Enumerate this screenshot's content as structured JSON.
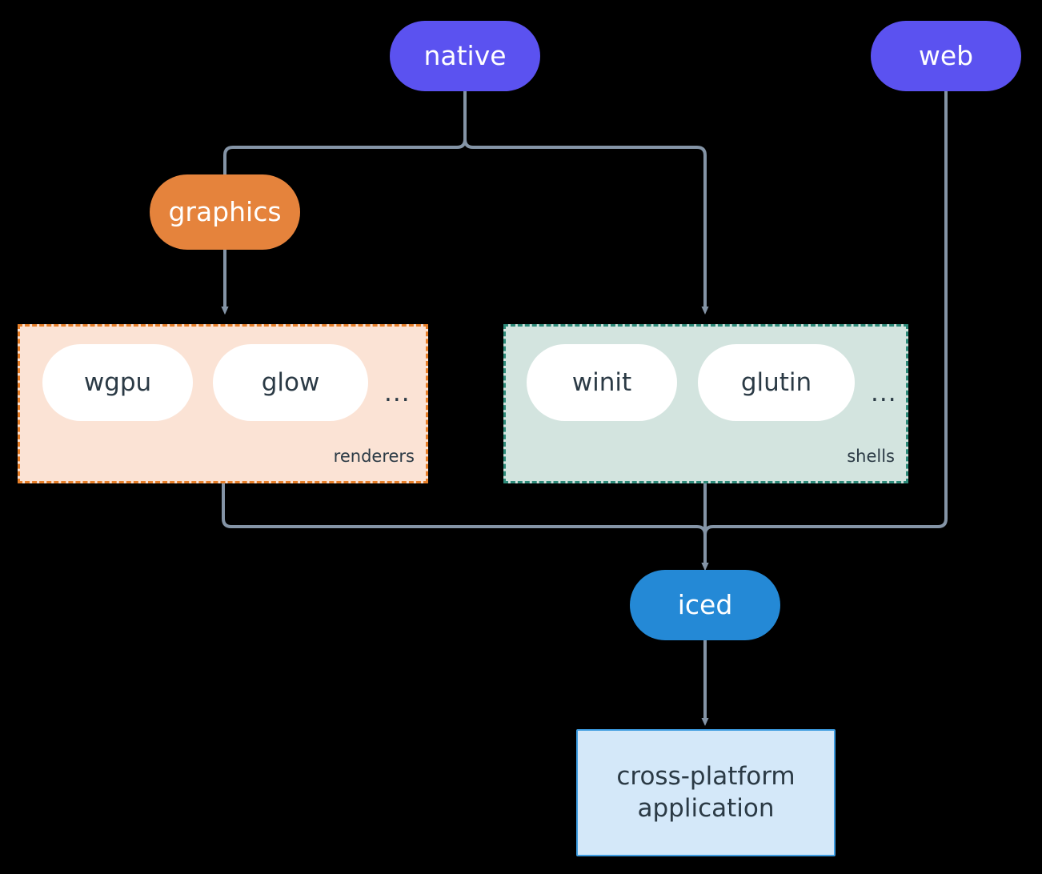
{
  "diagram": {
    "type": "architecture-flow",
    "background_color": "#000000",
    "edge_color": "#8494A6",
    "nodes": [
      {
        "id": "native",
        "label": "native",
        "shape": "pill",
        "fill": "#5B52F0",
        "text_color": "#FFFFFF"
      },
      {
        "id": "web",
        "label": "web",
        "shape": "pill",
        "fill": "#5B52F0",
        "text_color": "#FFFFFF"
      },
      {
        "id": "graphics",
        "label": "graphics",
        "shape": "pill",
        "fill": "#E5833C",
        "text_color": "#FFFFFF"
      },
      {
        "id": "iced",
        "label": "iced",
        "shape": "pill",
        "fill": "#2489D6",
        "text_color": "#FFFFFF"
      },
      {
        "id": "app",
        "label": "cross-platform application",
        "shape": "rectangle",
        "fill": "#D4E8F9",
        "border": "#3C9BE0",
        "text_color": "#2B3A45"
      }
    ],
    "groups": [
      {
        "id": "renderers",
        "label": "renderers",
        "fill": "#FBE3D5",
        "border_color": "#E8802A",
        "border_style": "dashed",
        "items": [
          "wgpu",
          "glow"
        ],
        "overflow": "..."
      },
      {
        "id": "shells",
        "label": "shells",
        "fill": "#D3E4DF",
        "border_color": "#2E8B7A",
        "border_style": "dashed",
        "items": [
          "winit",
          "glutin"
        ],
        "overflow": "..."
      }
    ],
    "edges": [
      {
        "from": "native",
        "to": "graphics"
      },
      {
        "from": "native",
        "to": "shells"
      },
      {
        "from": "graphics",
        "to": "renderers"
      },
      {
        "from": "renderers",
        "to": "iced"
      },
      {
        "from": "shells",
        "to": "iced"
      },
      {
        "from": "web",
        "to": "iced"
      },
      {
        "from": "iced",
        "to": "app"
      }
    ]
  },
  "app_lines": {
    "line1": "cross-platform",
    "line2": "application"
  }
}
